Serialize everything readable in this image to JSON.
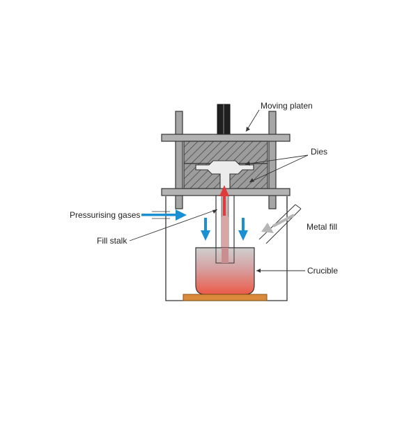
{
  "labels": {
    "moving_platen": "Moving platen",
    "dies": "Dies",
    "pressurising_gases": "Pressurising gases",
    "fill_stalk": "Fill stalk",
    "metal_fill": "Metal fill",
    "crucible": "Crucible"
  },
  "colors": {
    "steel": "#a6a6a6",
    "die_fill": "#9a9a9a",
    "casting": "#e6e6e6",
    "gas_arrow": "#1a8fd1",
    "metal_arrow": "#e03a3a",
    "metal_fill_arrow": "#b5b5b5",
    "base_plate": "#d98a3a"
  }
}
